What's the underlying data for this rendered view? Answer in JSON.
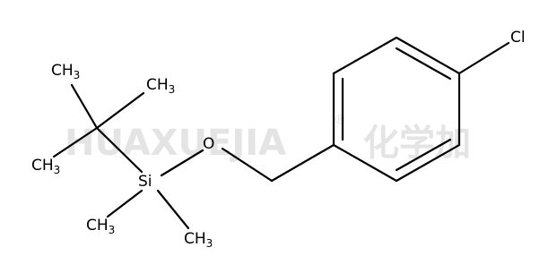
{
  "watermark": {
    "latin": "HUAXUEJIA",
    "registered": "®",
    "cjk": "化学加"
  },
  "atoms": {
    "cl": "Cl",
    "o": "O",
    "si": "Si",
    "methyl_c": "CH",
    "methyl_sub": "3"
  }
}
